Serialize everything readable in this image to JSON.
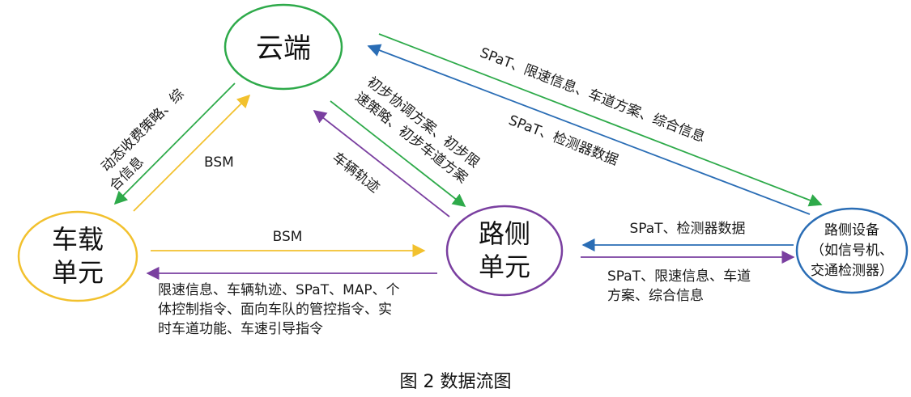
{
  "nodes": {
    "cloud": {
      "label": "云端"
    },
    "vehicle": {
      "line1": "车载",
      "line2": "单元"
    },
    "roadside_unit": {
      "line1": "路侧",
      "line2": "单元"
    },
    "roadside_device": {
      "line1": "路侧设备",
      "line2": "（如信号机、",
      "line3": "交通检测器）"
    }
  },
  "edges": {
    "cloud_to_vehicle": {
      "line1": "动态收费策略、综",
      "line2": "合信息"
    },
    "vehicle_to_cloud": {
      "label": "BSM"
    },
    "cloud_to_rsu": {
      "line1": "初步协调方案、初步限",
      "line2": "速策略、初步车道方案"
    },
    "rsu_to_cloud": {
      "label": "车辆轨迹"
    },
    "cloud_to_device": {
      "label": "SPaT、限速信息、车道方案、综合信息"
    },
    "device_to_cloud": {
      "label": "SPaT、检测器数据"
    },
    "vehicle_to_rsu": {
      "label": "BSM"
    },
    "rsu_to_vehicle": {
      "line1": "限速信息、车辆轨迹、SPaT、MAP、个",
      "line2": "体控制指令、面向车队的管控指令、实",
      "line3": "时车道功能、车速引导指令"
    },
    "device_to_rsu": {
      "label": "SPaT、检测器数据"
    },
    "rsu_to_device": {
      "line1": "SPaT、限速信息、车道",
      "line2": "方案、综合信息"
    }
  },
  "colors": {
    "cloud": "#2eaa4a",
    "vehicle": "#f2c12e",
    "roadside_unit": "#7a3fa0",
    "roadside_device": "#2a6db5",
    "arrow_green": "#2eaa4a",
    "arrow_yellow": "#f2c12e",
    "arrow_purple": "#7a3fa0",
    "arrow_blue": "#2a6db5"
  },
  "caption": "图 2 数据流图"
}
